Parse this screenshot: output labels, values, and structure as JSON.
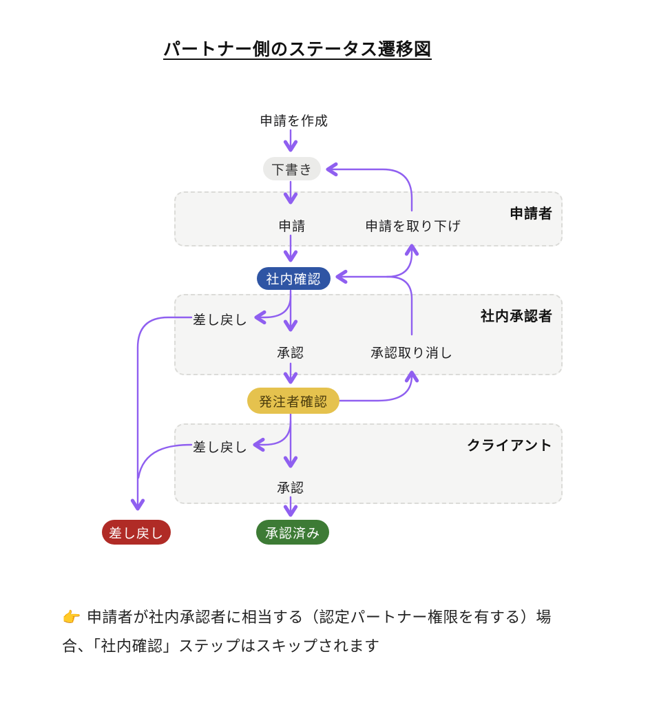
{
  "title": "パートナー側のステータス遷移図",
  "nodes": {
    "create_action": "申請を作成",
    "draft": {
      "label": "下書き",
      "bg": "#ebebe9",
      "fg": "#333333"
    },
    "internal_check": {
      "label": "社内確認",
      "bg": "#2f55a4",
      "fg": "#ffffff"
    },
    "orderer_check": {
      "label": "発注者確認",
      "bg": "#e5c24e",
      "fg": "#4c3d0e"
    },
    "rejected": {
      "label": "差し戻し",
      "bg": "#b02b26",
      "fg": "#ffffff"
    },
    "approved": {
      "label": "承認済み",
      "bg": "#3d7b35",
      "fg": "#ffffff"
    }
  },
  "edge_labels": {
    "apply": "申請",
    "withdraw": "申請を取り下げ",
    "internal_sendback": "差し戻し",
    "internal_approve": "承認",
    "cancel_approval": "承認取り消し",
    "client_sendback": "差し戻し",
    "client_approve": "承認"
  },
  "groups": {
    "applicant": "申請者",
    "internal_approver": "社内承認者",
    "client": "クライアント"
  },
  "colors": {
    "arrow": "#8f5ff0",
    "group_box_fill": "#f5f5f4",
    "group_box_border": "#dbdbd8"
  },
  "footer": {
    "icon": "👉",
    "line1": "申請者が社内承認者に相当する（認定パートナー権限を有する）場",
    "line2": "合、「社内確認」ステップはスキップされます"
  }
}
